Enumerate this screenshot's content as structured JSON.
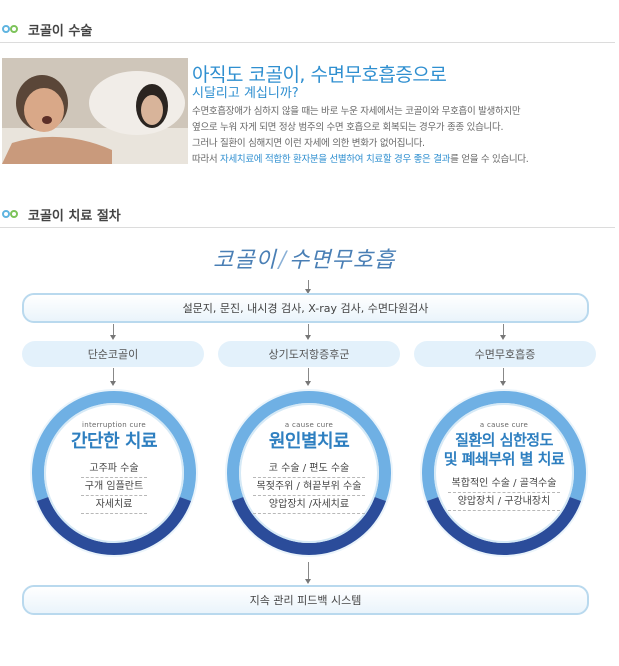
{
  "sections": {
    "snoring_surgery": "코골이 수술",
    "treatment_procedure": "코골이 치료 절차"
  },
  "intro": {
    "headline": "아직도 코골이, 수면무호흡증으로",
    "subhead": "시달리고 계십니까?",
    "lines": [
      "수면호흡장애가 심하지 않을 때는 바로 누운 자세에서는 코골이와 무호흡이 발생하지만",
      "옆으로 누워 자게 되면 정상 범주의 수면 호흡으로 회복되는 경우가 종종 있습니다.",
      "그러나 질환이 심해지면 이런 자세에 의한 변화가 없어집니다."
    ],
    "last_pre": "따라서 ",
    "last_hl1": "자세치료에 적합한 환자분을 선별하여 치료할 경우 좋은 결과",
    "last_post": "를 얻을 수 있습니다."
  },
  "flow": {
    "script_title_a": "코골이",
    "script_title_slash": "/",
    "script_title_b": "수면무호흡",
    "exam_bar": "설문지, 문진, 내시경 검사, X-ray 검사, 수면다원검사",
    "categories": [
      "단순코골이",
      "상기도저항증후군",
      "수면무호흡증"
    ],
    "treatments": [
      {
        "eng": "interruption cure",
        "title": [
          "간단한 치료"
        ],
        "items": [
          "고주파 수술",
          "구개 임플란트",
          "자세치료"
        ]
      },
      {
        "eng": "a cause cure",
        "title": [
          "원인별치료"
        ],
        "items": [
          "코 수술 / 편도 수술",
          "목젖주위 / 혀끝부위 수술",
          "양압장치 /자세치료"
        ]
      },
      {
        "eng": "a cause cure",
        "title": [
          "질환의 심한정도",
          "및 폐쇄부위 별 치료"
        ],
        "items": [
          "복합적인 수술 / 골격수술",
          "양압장치 / 구강내장치"
        ]
      }
    ],
    "feedback_bar": "지속 관리 피드백 시스템"
  },
  "colors": {
    "accent": "#2f8fd0",
    "ring_dark": "#2b4c9a",
    "ring_light": "#6fb0e4",
    "pill_bg": "#e3f1fb"
  }
}
